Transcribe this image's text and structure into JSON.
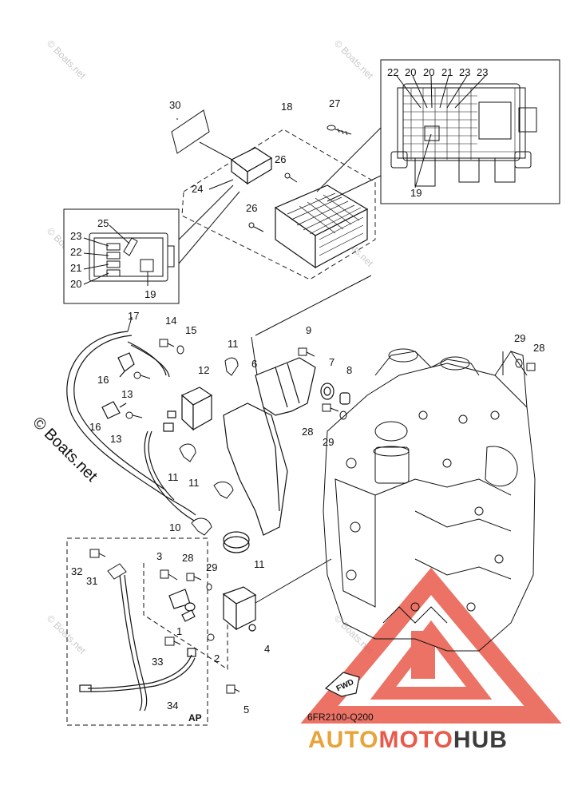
{
  "diagram": {
    "part_code": "6FR2100-Q200",
    "direction_label": "FWD",
    "area_label": "AP",
    "watermark_text": "© Boats.net",
    "watermark_main": "© Boats.net",
    "brand": {
      "part1": "AUTO",
      "part2": "MOTO",
      "part3": "HUB",
      "color_primary": "#e8a33a",
      "color_secondary": "#e85a4a",
      "color_dark": "#3c3c3c"
    },
    "callouts": [
      {
        "id": "30",
        "text": "30"
      },
      {
        "id": "18",
        "text": "18"
      },
      {
        "id": "27",
        "text": "27"
      },
      {
        "id": "26a",
        "text": "26"
      },
      {
        "id": "24",
        "text": "24"
      },
      {
        "id": "26b",
        "text": "26"
      },
      {
        "id": "inset-a-22",
        "text": "22"
      },
      {
        "id": "inset-a-20a",
        "text": "20"
      },
      {
        "id": "inset-a-20b",
        "text": "20"
      },
      {
        "id": "inset-a-21",
        "text": "21"
      },
      {
        "id": "inset-a-23a",
        "text": "23"
      },
      {
        "id": "inset-a-23b",
        "text": "23"
      },
      {
        "id": "inset-a-19",
        "text": "19"
      },
      {
        "id": "inset-b-25",
        "text": "25"
      },
      {
        "id": "inset-b-23",
        "text": "23"
      },
      {
        "id": "inset-b-22",
        "text": "22"
      },
      {
        "id": "inset-b-21",
        "text": "21"
      },
      {
        "id": "inset-b-20",
        "text": "20"
      },
      {
        "id": "inset-b-19",
        "text": "19"
      },
      {
        "id": "17",
        "text": "17"
      },
      {
        "id": "14",
        "text": "14"
      },
      {
        "id": "15",
        "text": "15"
      },
      {
        "id": "11a",
        "text": "11"
      },
      {
        "id": "12",
        "text": "12"
      },
      {
        "id": "6",
        "text": "6"
      },
      {
        "id": "9",
        "text": "9"
      },
      {
        "id": "7",
        "text": "7"
      },
      {
        "id": "8",
        "text": "8"
      },
      {
        "id": "29a",
        "text": "29"
      },
      {
        "id": "28a",
        "text": "28"
      },
      {
        "id": "16a",
        "text": "16"
      },
      {
        "id": "13a",
        "text": "13"
      },
      {
        "id": "16b",
        "text": "16"
      },
      {
        "id": "13b",
        "text": "13"
      },
      {
        "id": "28b",
        "text": "28"
      },
      {
        "id": "29b",
        "text": "29"
      },
      {
        "id": "11b",
        "text": "11"
      },
      {
        "id": "11c",
        "text": "11"
      },
      {
        "id": "10",
        "text": "10"
      },
      {
        "id": "11d",
        "text": "11"
      },
      {
        "id": "3",
        "text": "3"
      },
      {
        "id": "28c",
        "text": "28"
      },
      {
        "id": "29c",
        "text": "29"
      },
      {
        "id": "32",
        "text": "32"
      },
      {
        "id": "31",
        "text": "31"
      },
      {
        "id": "1",
        "text": "1"
      },
      {
        "id": "4",
        "text": "4"
      },
      {
        "id": "2",
        "text": "2"
      },
      {
        "id": "33",
        "text": "33"
      },
      {
        "id": "34",
        "text": "34"
      },
      {
        "id": "5",
        "text": "5"
      }
    ]
  }
}
